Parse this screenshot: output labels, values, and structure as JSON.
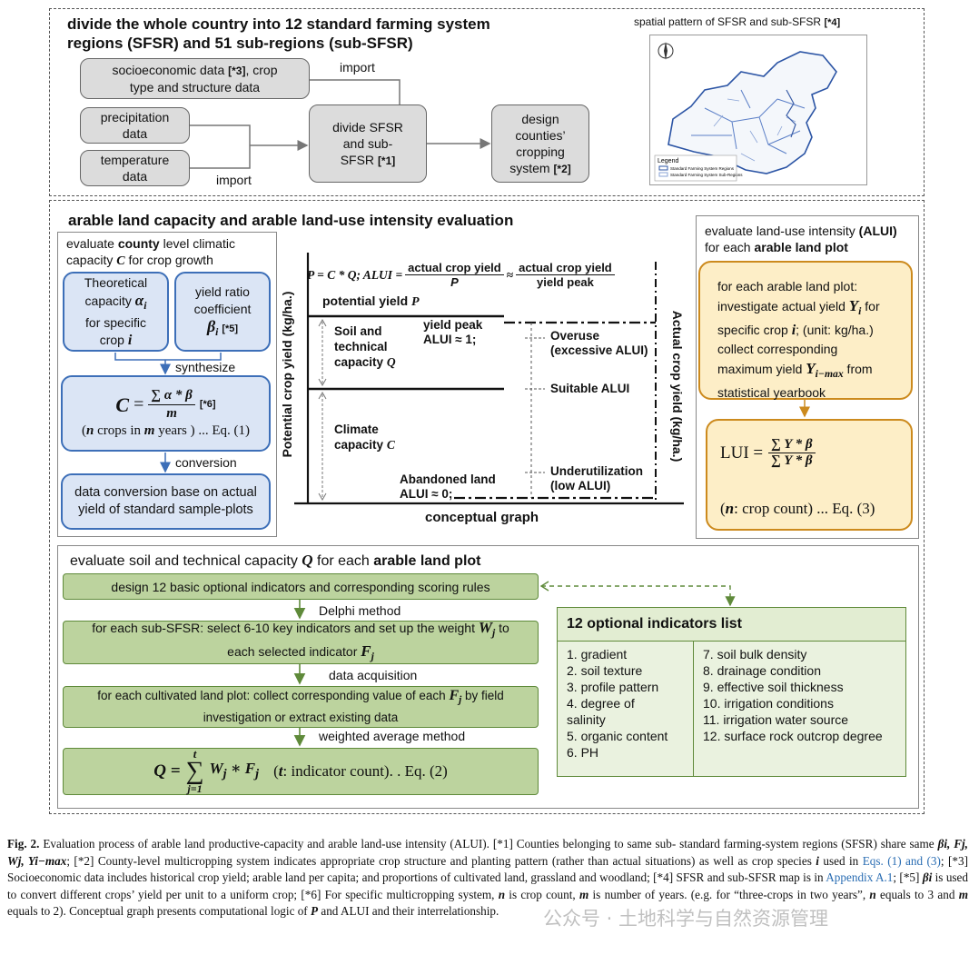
{
  "section1": {
    "title_line1": "divide the whole country into 12 standard farming system",
    "title_line2": "regions (SFSR) and 51 sub-regions (sub-SFSR)",
    "box_socio_line1": "socioeconomic data",
    "box_socio_ref": "[*3]",
    "box_socio_line1b": ", crop",
    "box_socio_line2": "type and structure data",
    "box_precip": "precipitation data",
    "box_temp": "temperature data",
    "box_divide_line1": "divide SFSR",
    "box_divide_line2": "and sub-",
    "box_divide_line3": "SFSR",
    "box_divide_ref": "[*1]",
    "box_design_line1": "design",
    "box_design_line2": "counties’",
    "box_design_line3": "cropping",
    "box_design_line4": "system",
    "box_design_ref": "[*2]",
    "import_top": "import",
    "import_bottom": "import",
    "map_title": "spatial pattern of SFSR and sub-SFSR",
    "map_ref": "[*4]",
    "map_legend_title": "Legend",
    "map_legend_item1": "Standard Farming System Regions",
    "map_legend_item2": "Standard Farming System Sub-Regions"
  },
  "section2": {
    "title": "arable land capacity and arable land-use intensity evaluation",
    "left_heading_a": "evaluate ",
    "left_heading_b": "county",
    "left_heading_c": " level climatic",
    "left_heading_d": "capacity ",
    "left_heading_e": "C",
    "left_heading_f": " for crop growth",
    "theo_line1": "Theoretical",
    "theo_line2": "capacity",
    "theo_sym": "α",
    "theo_sub": "i",
    "theo_line3": "for specific",
    "theo_line4": "crop",
    "theo_sym2": "i",
    "yield_line1": "yield ratio",
    "yield_line2": "coefficient",
    "yield_sym": "β",
    "yield_sub": "i",
    "yield_ref": "[*5]",
    "synthesize": "synthesize",
    "eq1_lhs": "C",
    "eq1_equals": "=",
    "eq1_num": "∑ α * β",
    "eq1_den": "m",
    "eq1_ref": "[*6]",
    "eq1_note_n": "n",
    "eq1_note_mid": " crops in ",
    "eq1_note_m": "m",
    "eq1_note_end": " years )",
    "eq1_label": "... Eq. (1)",
    "conversion": "conversion",
    "conv_box": "data conversion base on actual yield of standard sample-plots",
    "graph_formula_p": "P = C * Q;  ALUI =",
    "graph_frac1_num": "actual crop yield",
    "graph_frac1_den": "P",
    "graph_approx": "≈",
    "graph_frac2_num": "actual crop yield",
    "graph_frac2_den": "yield peak",
    "graph_potential": "potential yield",
    "graph_potential_sym": "P",
    "graph_yaxis_left": "Potential crop yield (kg/ha.)",
    "graph_yaxis_right": "Actual crop yield  (kg/ha.)",
    "graph_soil_line1": "Soil and",
    "graph_soil_line2": "technical",
    "graph_soil_line3": "capacity",
    "graph_soil_sym": "Q",
    "graph_climate_line1": "Climate",
    "graph_climate_line2": "capacity",
    "graph_climate_sym": "C",
    "graph_yield_peak": "yield peak",
    "graph_alui1": "ALUI ≈ 1;",
    "graph_abandoned": "Abandoned land",
    "graph_alui0": "ALUI ≈ 0;",
    "graph_overuse1": "Overuse",
    "graph_overuse2": "(excessive ALUI)",
    "graph_suitable": "Suitable ALUI",
    "graph_under1": "Underutilization",
    "graph_under2": "(low ALUI)",
    "graph_caption": "conceptual graph",
    "right_heading_a": "evaluate land-use intensity ",
    "right_heading_b": "(ALUI)",
    "right_heading_c": "for each ",
    "right_heading_d": "arable land plot",
    "right_box_line1": "for each arable land plot:",
    "right_box_line2": "investigate actual yield",
    "right_box_sym1": "Y",
    "right_box_sub1": "i",
    "right_box_line2b": " for",
    "right_box_line3": "specific crop",
    "right_box_sym2": "i",
    "right_box_line3b": ";  (unit: kg/ha.)",
    "right_box_line4": "collect corresponding",
    "right_box_line5": "maximum yield",
    "right_box_sym3": "Y",
    "right_box_sub3": "i−max",
    "right_box_line5b": " from",
    "right_box_line6": "statistical yearbook",
    "eq3_lhs": "LUI =",
    "eq3_num": "∑ Y * β",
    "eq3_den": "∑ Y * β",
    "eq3_note_n": "n",
    "eq3_note": ":  crop count) ... Eq. (3)"
  },
  "section3": {
    "heading_a": "evaluate soil and technical capacity ",
    "heading_b": "Q",
    "heading_c": " for each ",
    "heading_d": "arable land plot",
    "step1": "design 12 basic optional indicators and corresponding scoring rules",
    "arrow1": "Delphi method",
    "step2_a": "for each sub-SFSR: select 6-10 key indicators and set up the weight ",
    "step2_sym1": "W",
    "step2_sub1": "j",
    "step2_b": " to",
    "step2_c": "each selected indicator ",
    "step2_sym2": "F",
    "step2_sub2": "j",
    "arrow2": "data acquisition",
    "step3_a": "for each cultivated land plot: collect corresponding value of each ",
    "step3_sym": "F",
    "step3_sub": "j",
    "step3_b": " by field",
    "step3_c": "investigation or extract existing data",
    "arrow3": "weighted average method",
    "eq2_lhs": "Q =",
    "eq2_sigma": "∑",
    "eq2_upper": "t",
    "eq2_lower": "j=1",
    "eq2_term": "W",
    "eq2_note_t": "t",
    "eq2_note": ":  indicator count). . Eq. (2)",
    "list_title": "12 optional indicators list",
    "list_left": [
      "1. gradient",
      "2. soil texture",
      "3. profile pattern",
      "4. degree of",
      "salinity",
      "5. organic content",
      "6. PH"
    ],
    "list_right": [
      "7. soil bulk density",
      "8. drainage condition",
      "9. effective soil thickness",
      "10. irrigation conditions",
      "11. irrigation water source",
      "12. surface rock outcrop degree"
    ]
  },
  "caption": {
    "fig": "Fig. 2.",
    "text1": " Evaluation process of arable land productive-capacity and arable land-use intensity (ALUI). [*1] Counties belonging to same sub- standard farming-system regions (SFSR) share same ",
    "text2": "; [*2] County-level multicropping system indicates appropriate crop structure and planting pattern (rather than actual situations) as well as crop species ",
    "text3": " used in ",
    "link1": "Eqs. (1) and (3)",
    "text4": "; [*3] Socioeconomic data includes historical crop yield; arable land per capita; and proportions of cultivated land, grassland and woodland; [*4] SFSR and sub-SFSR map is in ",
    "link2": "Appendix A.1",
    "text5": "; [*5] ",
    "text6": " is used to convert different crops’ yield per unit to a uniform crop; [*6] For specific multicropping system, ",
    "text7": " is crop count, ",
    "text8": " is number of years. (e.g. for “three-crops in two years”, ",
    "text9": " equals to 3 and ",
    "text10": " equals to 2). Conceptual graph presents computational logic of ",
    "text11": " and ALUI and their interrelationship.",
    "sym_list": "βi, Fj, Wj, Yi−max",
    "sym_i": "i",
    "sym_beta": "βi",
    "sym_n": "n",
    "sym_m": "m",
    "sym_P": "P",
    "watermark": "公众号 · 土地科学与自然资源管理"
  }
}
